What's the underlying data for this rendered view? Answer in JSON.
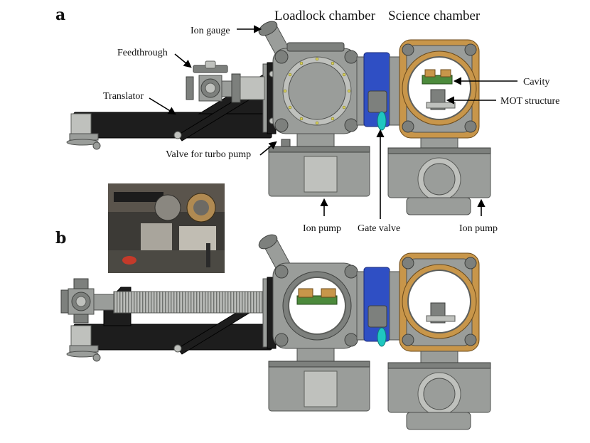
{
  "panels": {
    "a": "a",
    "b": "b"
  },
  "headers": {
    "loadlock": "Loadlock chamber",
    "science": "Science chamber"
  },
  "labels": {
    "ion_gauge": "Ion gauge",
    "feedthrough": "Feedthrough",
    "translator": "Translator",
    "cavity": "Cavity",
    "mot_structure": "MOT structure",
    "valve_turbo": "Valve for turbo pump",
    "ion_pump_left": "Ion pump",
    "gate_valve": "Gate valve",
    "ion_pump_right": "Ion pump"
  },
  "colors": {
    "steel": "#9a9d9a",
    "flange_gold": "#c8964a",
    "gate_valve_blue": "#2f4fc4",
    "valve_handle_cyan": "#1fc7c0",
    "translator_black": "#1d1d1d",
    "cavity_green": "#4c8a3c"
  },
  "photo_inset": {
    "icon": "lab-photo-inset"
  }
}
